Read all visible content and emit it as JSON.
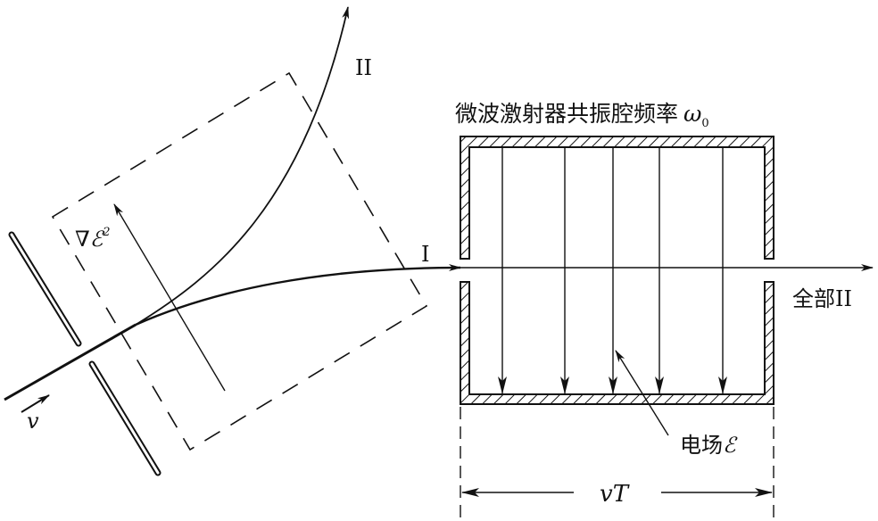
{
  "labels": {
    "cavity_title": "微波激射器共振腔频率",
    "omega": "ω",
    "omega_sub": "0",
    "beam_II_top": "II",
    "beam_I": "I",
    "all_II": "全部II",
    "field": "电场",
    "field_symbol": "ℰ",
    "gradient": "∇ℰ",
    "gradient_sup": "2",
    "velocity": "v",
    "length": "vT"
  },
  "colors": {
    "ink": "#111111",
    "background": "#ffffff"
  }
}
